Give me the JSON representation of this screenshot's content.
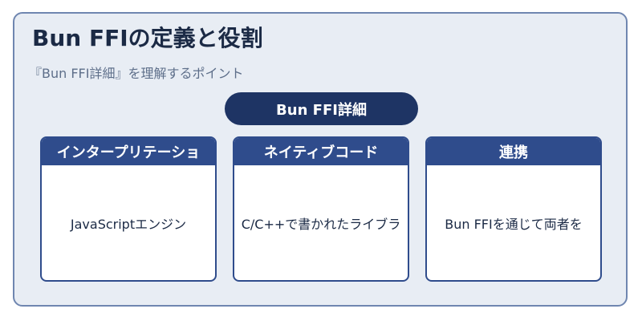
{
  "header": {
    "title": "Bun FFIの定義と役割",
    "subtitle": "『Bun FFI詳細』を理解するポイント"
  },
  "center_label": "Bun FFI詳細",
  "cards": [
    {
      "title": "インタープリテーショ",
      "body": "JavaScriptエンジン"
    },
    {
      "title": "ネイティブコード",
      "body": "C/C++で書かれたライブラ"
    },
    {
      "title": "連携",
      "body": "Bun FFIを通じて両者を"
    }
  ],
  "colors": {
    "background": "#e8edf4",
    "frame_border": "#6f86b0",
    "pill": "#1e3464",
    "card_header": "#2f4c8c",
    "title_text": "#1b2a45"
  }
}
